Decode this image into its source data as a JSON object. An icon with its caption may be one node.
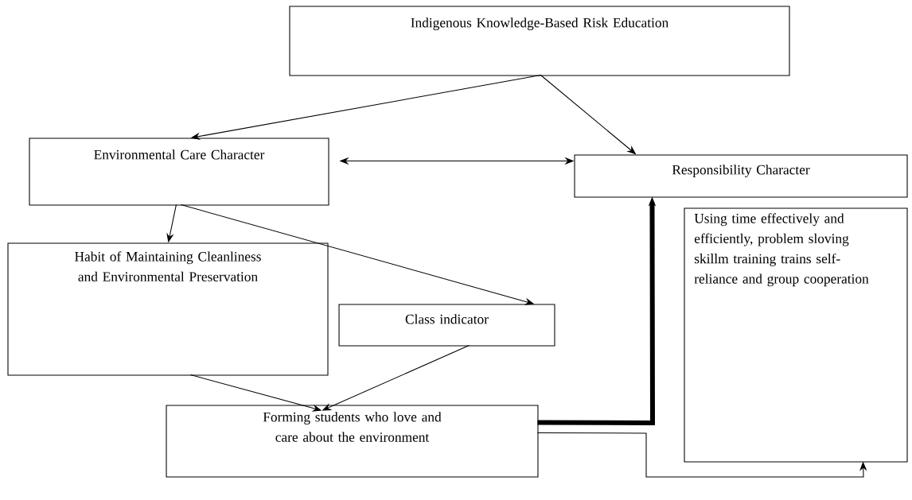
{
  "diagram": {
    "nodes": [
      {
        "text": [
          "Indigenous Knowledge-Based Risk Education"
        ]
      },
      {
        "text": [
          "Environmental Care Character"
        ]
      },
      {
        "text": [
          "Responsibility Character"
        ]
      },
      {
        "text": [
          "Habit of Maintaining Cleanliness and Environmental Preservation"
        ]
      },
      {
        "text": [
          "Class indicator"
        ]
      },
      {
        "text": [
          "Forming students who love and care about the environment"
        ]
      },
      {
        "text": [
          "Using time effectively and efficiently, problem sloving skillm training trains self-reliance and group cooperation"
        ]
      }
    ],
    "edges": [
      {
        "from": 0,
        "to": 1,
        "arrow": "to"
      },
      {
        "from": 0,
        "to": 2,
        "arrow": "to"
      },
      {
        "from": 1,
        "to": 2,
        "arrow": "both"
      },
      {
        "from": 1,
        "to": 3,
        "arrow": "to"
      },
      {
        "from": 1,
        "to": 4,
        "arrow": "to"
      },
      {
        "from": 3,
        "to": 5,
        "arrow": "to"
      },
      {
        "from": 4,
        "to": 5,
        "arrow": "to"
      },
      {
        "from": 5,
        "to": 2,
        "arrow": "to",
        "style": "thick"
      },
      {
        "from": 5,
        "to": 6,
        "arrow": "to"
      }
    ]
  }
}
